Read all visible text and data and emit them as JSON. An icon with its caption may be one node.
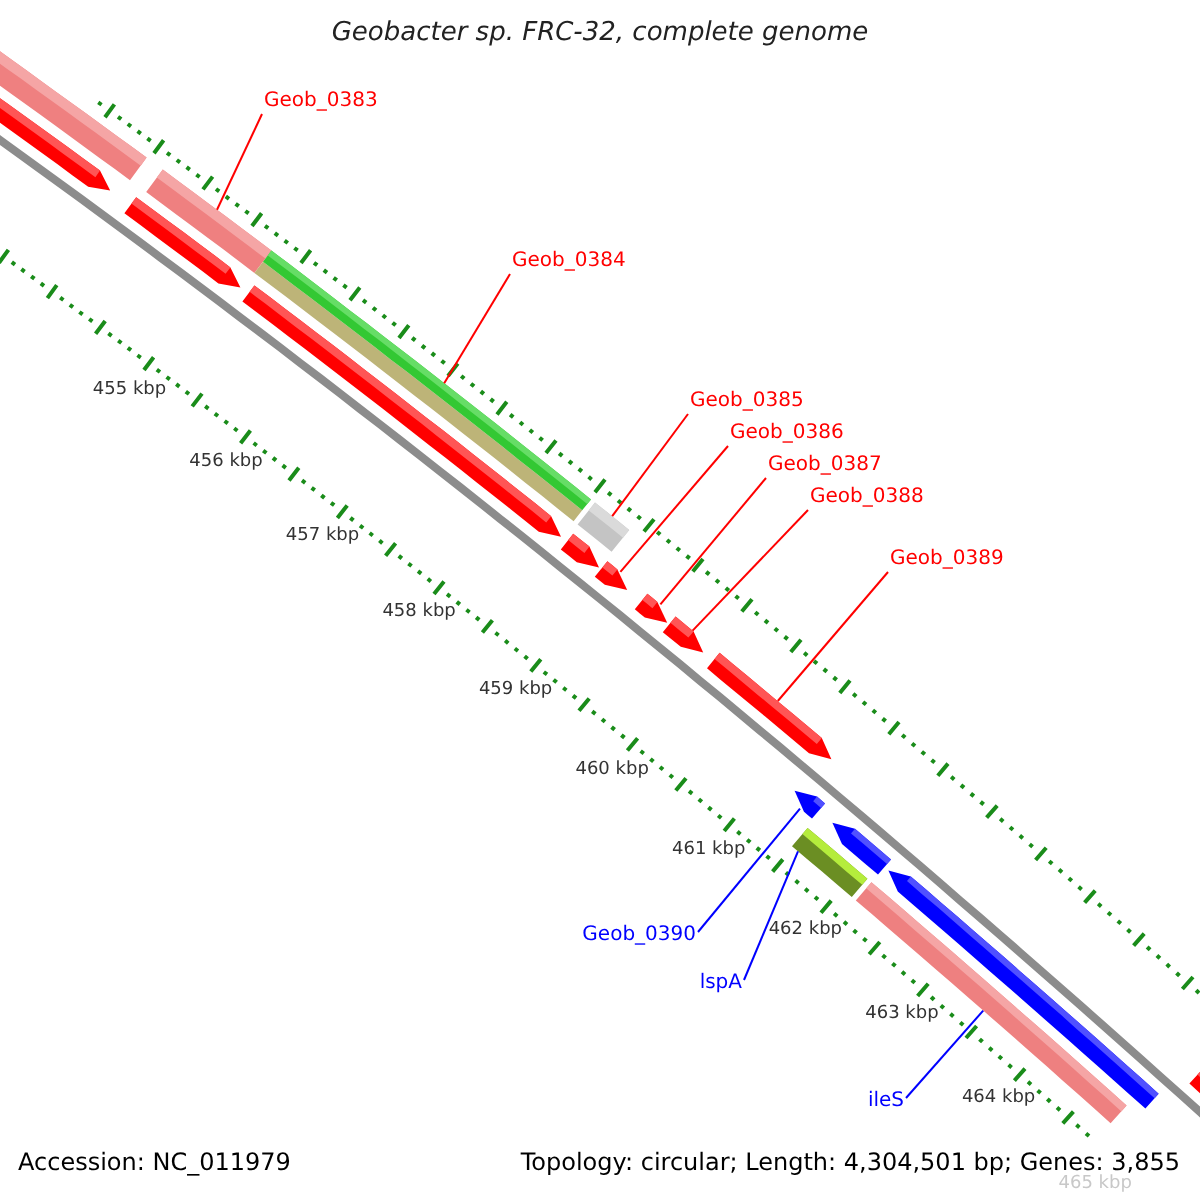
{
  "diagram": {
    "title": "Geobacter sp. FRC-32, complete genome",
    "nodes": [
      {
        "text": [
          "Geob_0383"
        ]
      },
      {
        "text": [],
        "shape": "bar"
      },
      {
        "text": [
          "Geob_0384"
        ]
      },
      {
        "text": [],
        "shape": "bar"
      },
      {
        "text": [
          "Geob_0385"
        ]
      },
      {
        "text": [],
        "shape": "bar"
      },
      {
        "text": [
          "Geob_0386"
        ]
      },
      {
        "text": [],
        "shape": "arrow"
      },
      {
        "text": [
          "Geob_0387"
        ]
      },
      {
        "text": [],
        "shape": "arrow"
      },
      {
        "text": [
          "Geob_0388"
        ]
      },
      {
        "text": [],
        "shape": "arrow"
      },
      {
        "text": [
          "Geob_0389"
        ]
      },
      {
        "text": [],
        "shape": "arrow"
      },
      {
        "text": [
          "Geob_0390"
        ]
      },
      {
        "text": [],
        "shape": "arrow"
      },
      {
        "text": [
          "lspA"
        ]
      },
      {
        "text": [],
        "shape": "bar"
      },
      {
        "text": [
          "ileS"
        ]
      },
      {
        "text": [],
        "shape": "bar"
      }
    ],
    "edges": [
      {
        "from": 0,
        "to": 1,
        "arrow": "none"
      },
      {
        "from": 2,
        "to": 3,
        "arrow": "none"
      },
      {
        "from": 4,
        "to": 5,
        "arrow": "none"
      },
      {
        "from": 6,
        "to": 7,
        "arrow": "none"
      },
      {
        "from": 8,
        "to": 9,
        "arrow": "none"
      },
      {
        "from": 10,
        "to": 11,
        "arrow": "none"
      },
      {
        "from": 12,
        "to": 13,
        "arrow": "none"
      },
      {
        "from": 14,
        "to": 15,
        "arrow": "none",
        "color": "#0000ff"
      },
      {
        "from": 16,
        "to": 17,
        "arrow": "none",
        "color": "#0000ff"
      },
      {
        "from": 18,
        "to": 19,
        "arrow": "none",
        "color": "#0000ff"
      }
    ],
    "labels": [
      "455 kbp",
      "456 kbp",
      "457 kbp",
      "458 kbp",
      "459 kbp",
      "460 kbp",
      "461 kbp",
      "462 kbp",
      "463 kbp",
      "464 kbp",
      "465 kbp",
      "Accession: NC_011979",
      "Topology: circular; Length: 4,304,501 bp; Genes: 3,855"
    ]
  }
}
